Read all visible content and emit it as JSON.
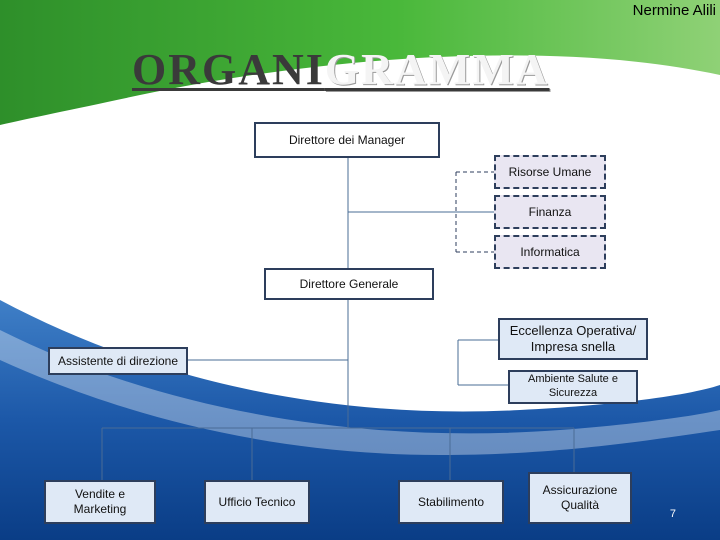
{
  "header": {
    "author": "Nermine Alili"
  },
  "title": {
    "part1": "ORGANI",
    "part2": "GRAMMA"
  },
  "org": {
    "direttore_manager": "Direttore dei Manager",
    "risorse_umane": "Risorse Umane",
    "finanza": "Finanza",
    "informatica": "Informatica",
    "direttore_generale": "Direttore Generale",
    "eccellenza": "Eccellenza Operativa/ Impresa snella",
    "assistente": "Assistente di direzione",
    "ambiente": "Ambiente Salute e Sicurezza",
    "vendite": "Vendite e Marketing",
    "ufficio_tecnico": "Ufficio Tecnico",
    "stabilimento": "Stabilimento",
    "assicurazione": "Assicurazione Qualità"
  },
  "footer": {
    "page_number": "7"
  }
}
